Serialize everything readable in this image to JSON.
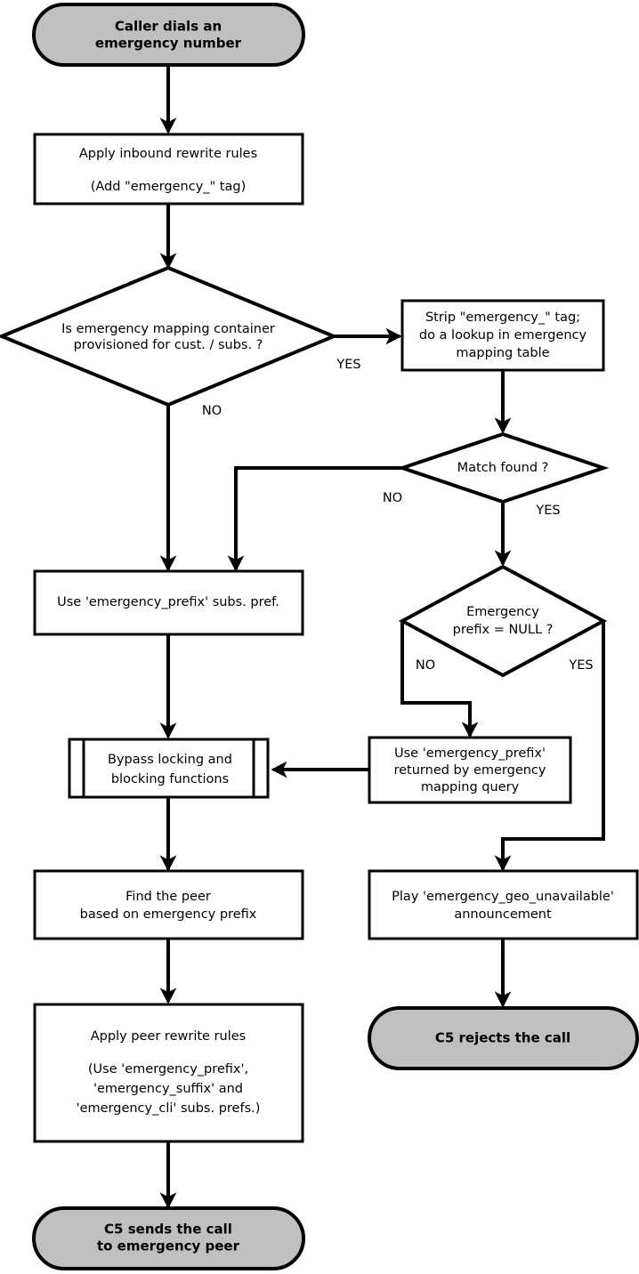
{
  "diagram": {
    "title": "Emergency call handling flowchart",
    "colors": {
      "terminal_fill": "#c0c0c0",
      "process_fill": "#ffffff",
      "stroke": "#000000",
      "background": "#ffffff"
    },
    "nodes": {
      "start": {
        "type": "terminal",
        "lines": [
          "Caller dials an",
          "emergency number"
        ]
      },
      "apply_inbound": {
        "type": "process",
        "lines": [
          "Apply inbound rewrite rules",
          "",
          "(Add \"emergency_\" tag)"
        ]
      },
      "mapping_container_decision": {
        "type": "decision",
        "lines": [
          "Is emergency mapping container",
          "provisioned for cust. / subs. ?"
        ]
      },
      "strip_tag_lookup": {
        "type": "process",
        "lines": [
          "Strip \"emergency_\" tag;",
          "do a lookup in emergency",
          "mapping table"
        ]
      },
      "match_found_decision": {
        "type": "decision",
        "lines": [
          "Match found ?"
        ]
      },
      "use_subs_pref": {
        "type": "process",
        "lines": [
          "Use 'emergency_prefix' subs. pref."
        ]
      },
      "prefix_null_decision": {
        "type": "decision",
        "lines": [
          "Emergency",
          "prefix = NULL ?"
        ]
      },
      "use_returned_prefix": {
        "type": "process",
        "lines": [
          "Use 'emergency_prefix'",
          "returned by emergency",
          "mapping query"
        ]
      },
      "bypass_locking": {
        "type": "predefined-process",
        "lines": [
          "Bypass locking and",
          "blocking functions"
        ]
      },
      "find_peer": {
        "type": "process",
        "lines": [
          "Find the peer",
          "based on emergency prefix"
        ]
      },
      "play_announcement": {
        "type": "process",
        "lines": [
          "Play 'emergency_geo_unavailable'",
          "announcement"
        ]
      },
      "apply_peer_rewrite": {
        "type": "process",
        "lines": [
          "Apply peer rewrite rules",
          "",
          "(Use 'emergency_prefix',",
          "'emergency_suffix' and",
          "'emergency_cli' subs. prefs.)"
        ]
      },
      "end_reject": {
        "type": "terminal",
        "lines": [
          "C5  rejects the call"
        ]
      },
      "end_send": {
        "type": "terminal",
        "lines": [
          "C5 sends the call",
          "to emergency peer"
        ]
      }
    },
    "edge_labels": {
      "container_yes": "YES",
      "container_no": "NO",
      "match_no": "NO",
      "match_yes": "YES",
      "null_no": "NO",
      "null_yes": "YES"
    }
  }
}
